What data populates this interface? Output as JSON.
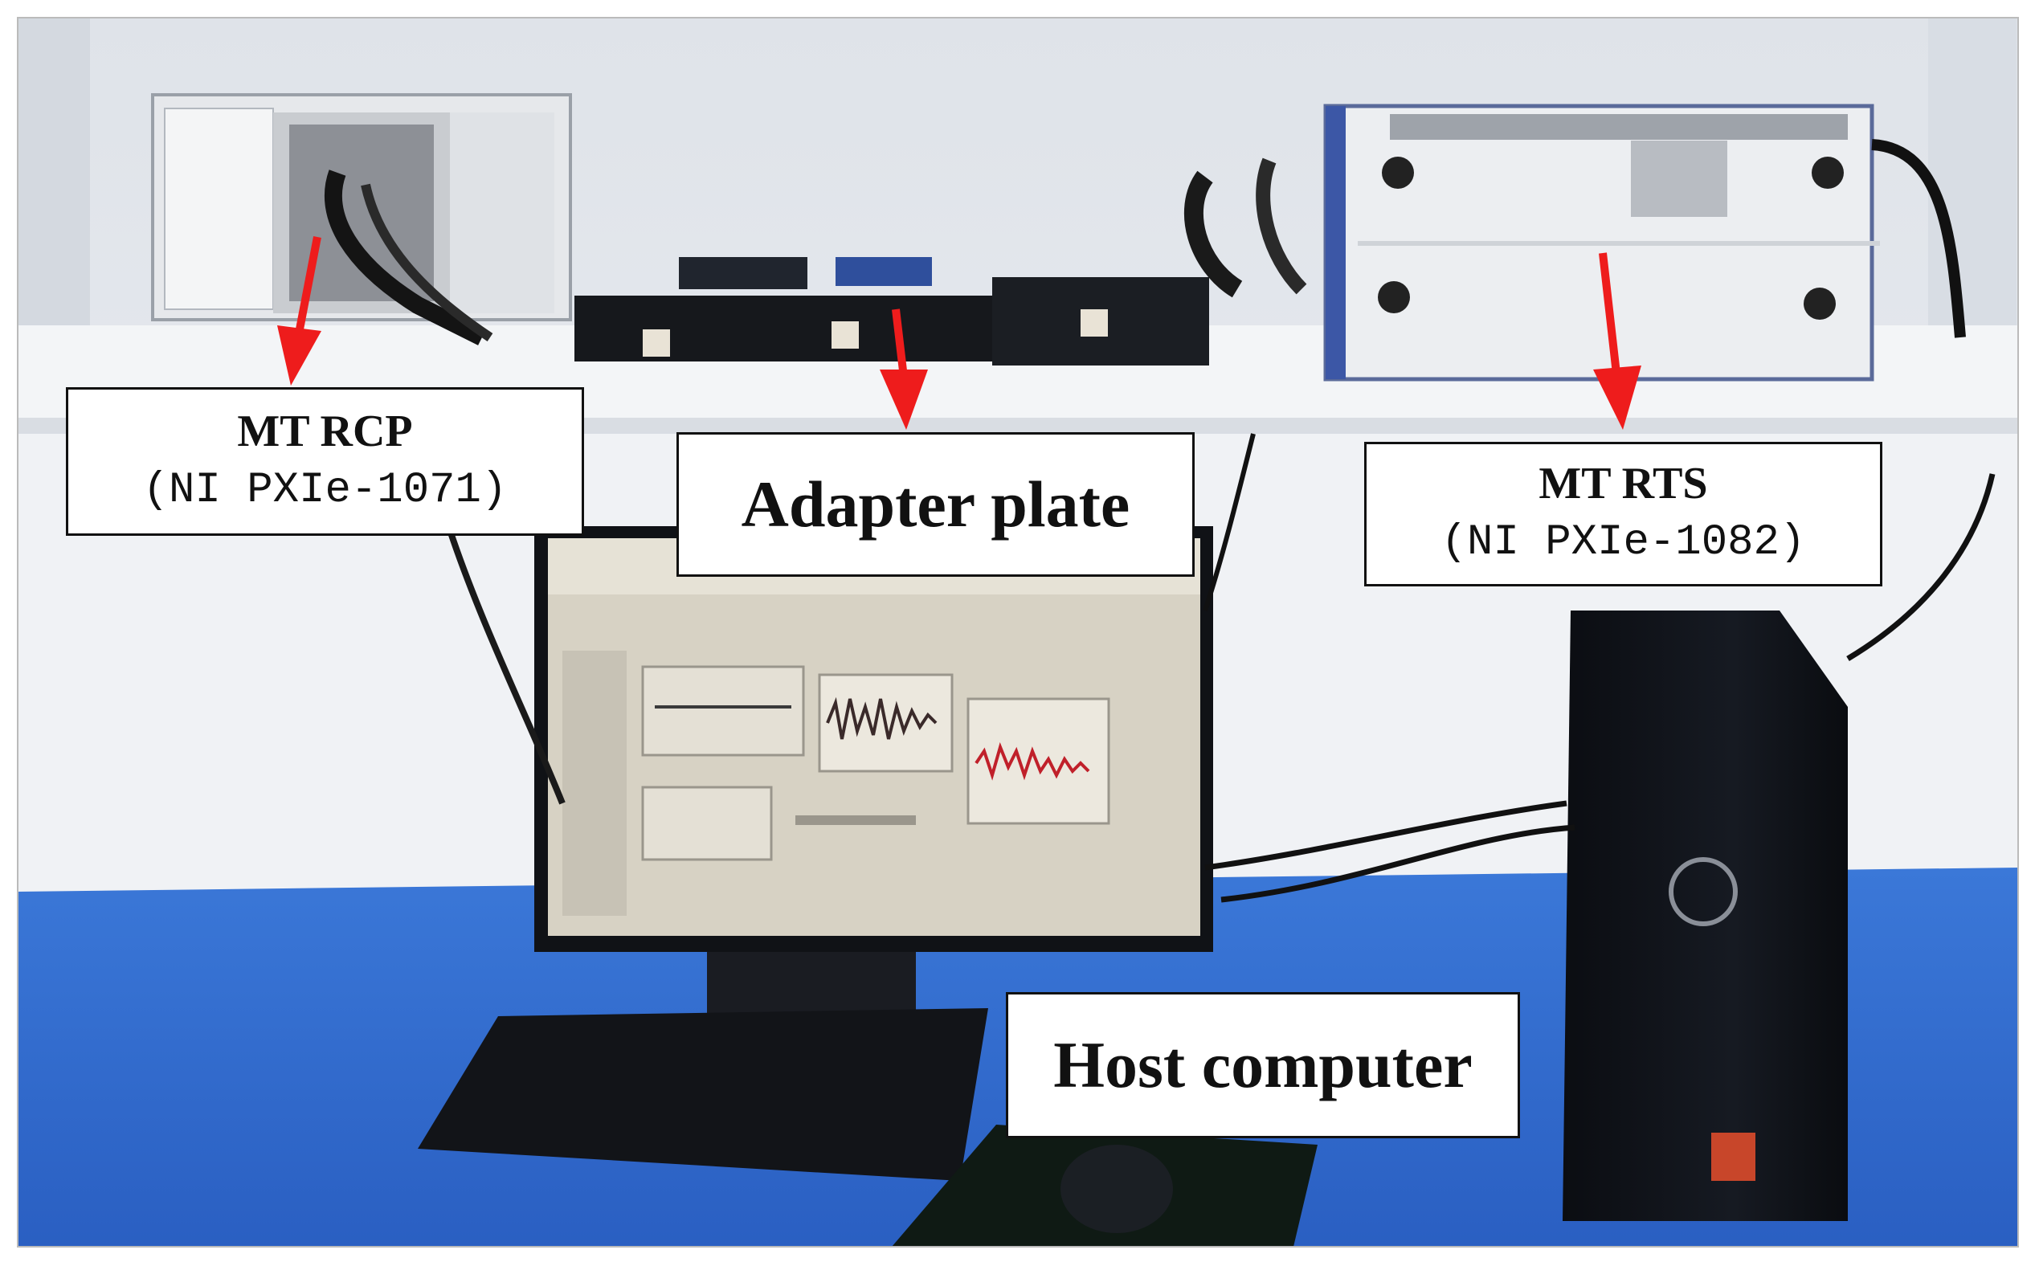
{
  "labels": {
    "rcp": {
      "name": "MT RCP",
      "model": "(NI PXIe-1071)"
    },
    "adapter": {
      "name": "Adapter plate"
    },
    "rts": {
      "name": "MT RTS",
      "model": "(NI PXIe-1082)"
    },
    "host": {
      "name": "Host computer"
    }
  },
  "colors": {
    "arrow": "#ee1c1c",
    "desk": "#2f6fd6",
    "wall": "#e9edf2",
    "shelf": "#f4f6f8"
  }
}
